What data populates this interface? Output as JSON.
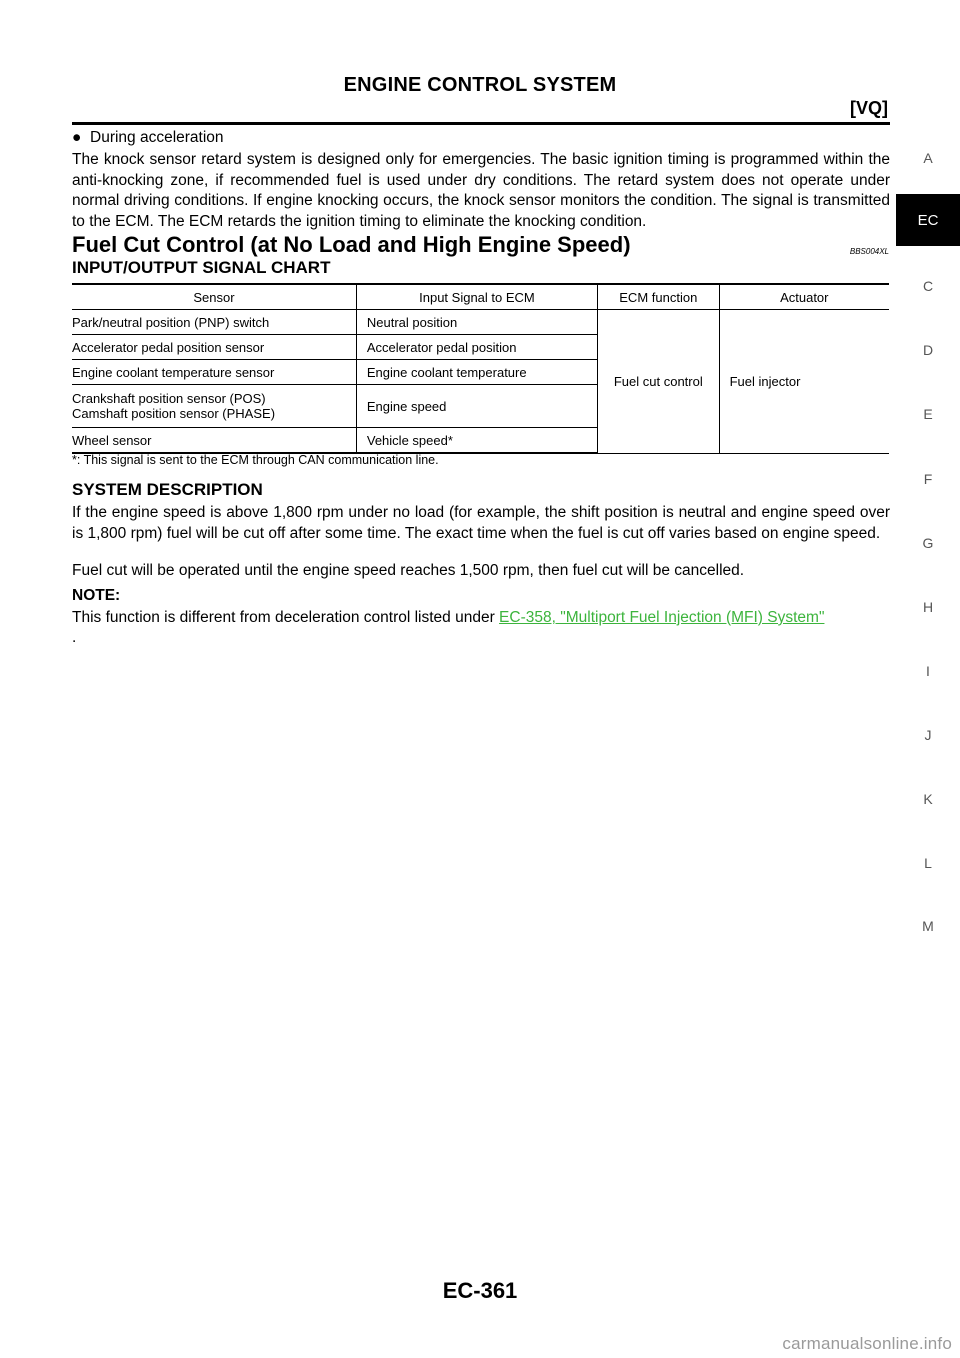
{
  "header": {
    "title": "ENGINE CONTROL SYSTEM",
    "subtitle": "[VQ]"
  },
  "bullet": {
    "symbol": "●",
    "text": "During acceleration"
  },
  "para_knock": "The knock sensor retard system is designed only for emergencies. The basic ignition timing is programmed within the anti-knocking zone, if recommended fuel is used under dry conditions. The retard system does not operate under normal driving conditions. If engine knocking occurs, the knock sensor monitors the condition. The signal is transmitted to the ECM. The ECM retards the ignition timing to eliminate the knocking condition.",
  "section": {
    "title": "Fuel Cut Control (at No Load and High Engine Speed)",
    "code": "BBS004XL"
  },
  "io_chart": {
    "title": "INPUT/OUTPUT SIGNAL CHART",
    "headers": [
      "Sensor",
      "Input Signal to ECM",
      "ECM function",
      "Actuator"
    ],
    "rows": [
      {
        "sensor": "Park/neutral position (PNP) switch",
        "signal": "Neutral position"
      },
      {
        "sensor": "Accelerator pedal position sensor",
        "signal": "Accelerator pedal position"
      },
      {
        "sensor": "Engine coolant temperature sensor",
        "signal": "Engine coolant temperature"
      },
      {
        "sensor_line1": "Crankshaft position sensor (POS)",
        "sensor_line2": "Camshaft position sensor (PHASE)",
        "signal": "Engine speed"
      },
      {
        "sensor": "Wheel sensor",
        "signal": "Vehicle speed*"
      }
    ],
    "ecm_function": "Fuel cut control",
    "actuator": "Fuel injector",
    "footnote": "*: This signal is sent to the ECM through CAN communication line."
  },
  "system_description": {
    "title": "SYSTEM DESCRIPTION",
    "para1": "If the engine speed is above 1,800 rpm under no load (for example, the shift position is neutral and engine speed over is 1,800 rpm) fuel will be cut off after some time. The exact time when the fuel is cut off varies based on engine speed.",
    "para2": "Fuel cut will be operated until the engine speed reaches 1,500 rpm, then fuel cut will be cancelled.",
    "note_label": "NOTE:",
    "note_text": "This function is different from deceleration control listed under ",
    "note_link": "EC-358, \"Multiport Fuel Injection (MFI) System\"",
    "note_end": "."
  },
  "side_index": {
    "letters": [
      "A",
      "EC",
      "C",
      "D",
      "E",
      "F",
      "G",
      "H",
      "I",
      "J",
      "K",
      "L",
      "M"
    ],
    "active": "EC"
  },
  "page_number": "EC-361",
  "watermark": "carmanualsonline.info"
}
